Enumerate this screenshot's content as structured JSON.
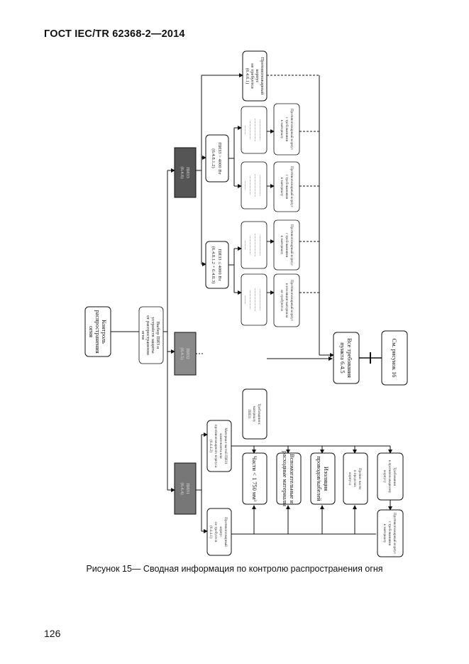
{
  "header": {
    "title": "ГОСТ IEC/TR 62368-2—2014"
  },
  "caption": "Рисунок 15— Сводная информация по контролю распространения огня",
  "page_number": "126",
  "diagram": {
    "root": [
      "Контроль",
      "распространения",
      "огня"
    ],
    "pis_select": [
      "Выбор ПИЗ и",
      "устройств защиты",
      "от распространения",
      "огня"
    ],
    "pis3": [
      "ПИЗ3",
      "(6.4.6)"
    ],
    "pis2": [
      "ПИЗ2",
      "(6.4.5)"
    ],
    "pis1": [
      "ПИЗ1",
      "(6.4.4)"
    ],
    "pis3_le": [
      "ПИЗ3 ≤ 4000 Вт",
      "(6.4.8.1.2 + 6.4.8.3)"
    ],
    "pis3_gt": [
      "ПИЗ3 > 4000 Вт",
      "(6.4.8.1.2)"
    ],
    "supp_ignition": [
      "Противопожарный",
      "корпус",
      "не требуется",
      "(6.4.6.1)"
    ],
    "reqs_645": [
      "Все требования",
      "пункта 6.4.5"
    ],
    "see_fig16": "См. рисунок 16",
    "pis1_supp": [
      "Противопожарный",
      "корпус",
      "не требуется",
      "(6.4.4.1)"
    ],
    "pis1_sep": [
      "Материал частей ПИЗ1",
      "компонента или",
      "противопожарного корпуса",
      "(6.4.4.2)"
    ],
    "pis1_req": [
      "Требования к",
      "материалу",
      "ПИЗ1"
    ],
    "parts_1750": "Части < 1 750 мм³",
    "aux_materials": [
      "Вспомогательные и",
      "расходные материалы"
    ],
    "wire_insulation": [
      "Изоляция",
      "проводов/кабелей"
    ],
    "other_parts": [
      "Прочие части",
      "в пределах",
      "корпуса"
    ],
    "fire_req": [
      "Требования",
      "к противопожарному",
      "корпусу"
    ],
    "fire_enclosure_low": [
      "Противопожарный корпус",
      "и изоляция материала",
      "не требуются"
    ],
    "fire_enclosure_high": [
      "Противопожарный корпус",
      "с требованиями",
      "к материалу"
    ]
  }
}
